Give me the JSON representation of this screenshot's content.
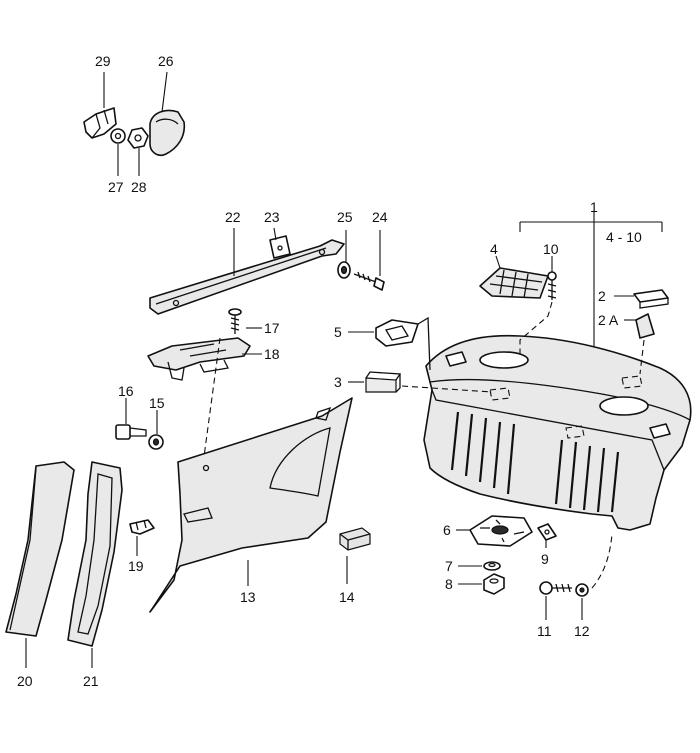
{
  "diagram": {
    "labels": {
      "p1": "1",
      "range_4_10": "4 - 10",
      "p2": "2",
      "p2a": "2 A",
      "p3": "3",
      "p4": "4",
      "p5": "5",
      "p6": "6",
      "p7": "7",
      "p8": "8",
      "p9": "9",
      "p10": "10",
      "p11": "11",
      "p12": "12",
      "p13": "13",
      "p14": "14",
      "p15": "15",
      "p16": "16",
      "p17": "17",
      "p18": "18",
      "p19": "19",
      "p20": "20",
      "p21": "21",
      "p22": "22",
      "p23": "23",
      "p24": "24",
      "p25": "25",
      "p26": "26",
      "p27": "27",
      "p28": "28",
      "p29": "29"
    }
  }
}
